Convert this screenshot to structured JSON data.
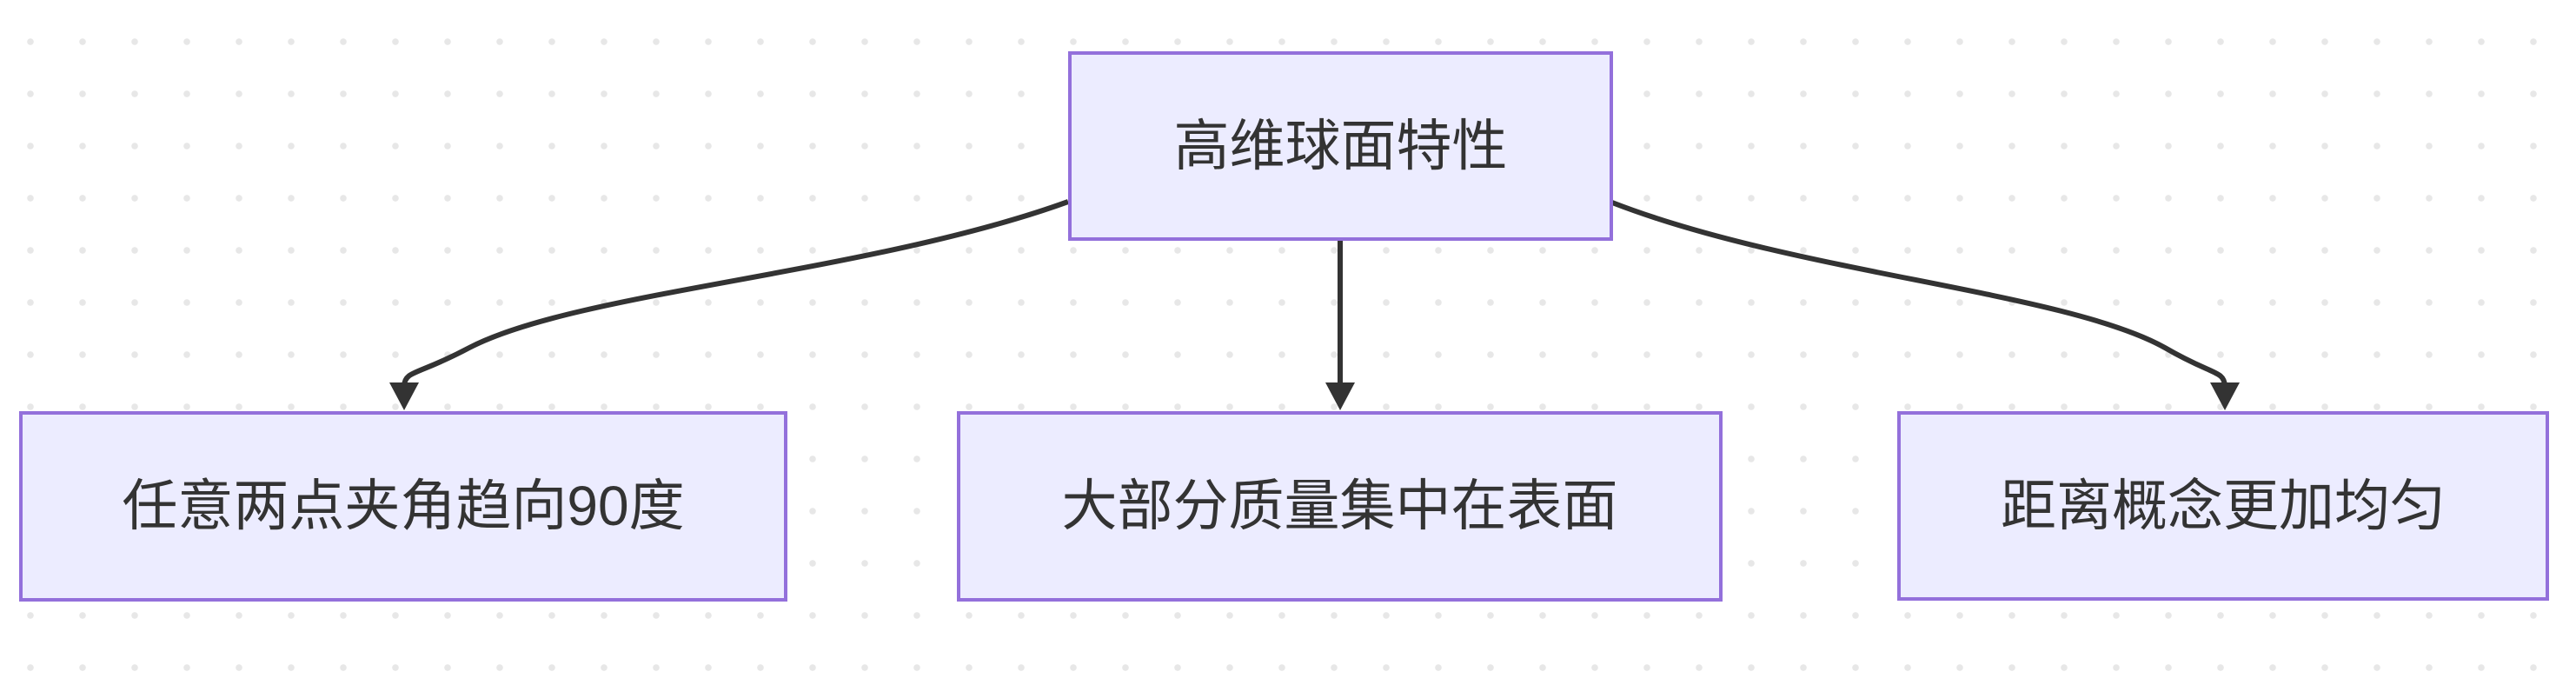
{
  "diagram": {
    "type": "flowchart",
    "direction": "top-down",
    "root": {
      "id": "root",
      "label": "高维球面特性"
    },
    "children": [
      {
        "id": "child1",
        "label": "任意两点夹角趋向90度"
      },
      {
        "id": "child2",
        "label": "大部分质量集中在表面"
      },
      {
        "id": "child3",
        "label": "距离概念更加均匀"
      }
    ],
    "edges": [
      {
        "from": "root",
        "to": "child1",
        "style": "curved-left",
        "arrow": "solid-triangle-down"
      },
      {
        "from": "root",
        "to": "child2",
        "style": "straight",
        "arrow": "solid-triangle-down"
      },
      {
        "from": "root",
        "to": "child3",
        "style": "curved-right",
        "arrow": "solid-triangle-down"
      }
    ]
  },
  "theme": {
    "background": "#ffffff",
    "dot_color": "#e7e7e7",
    "node_fill": "#ECECFF",
    "node_border": "#9370DB",
    "node_text": "#333333",
    "edge_color": "#333333"
  }
}
